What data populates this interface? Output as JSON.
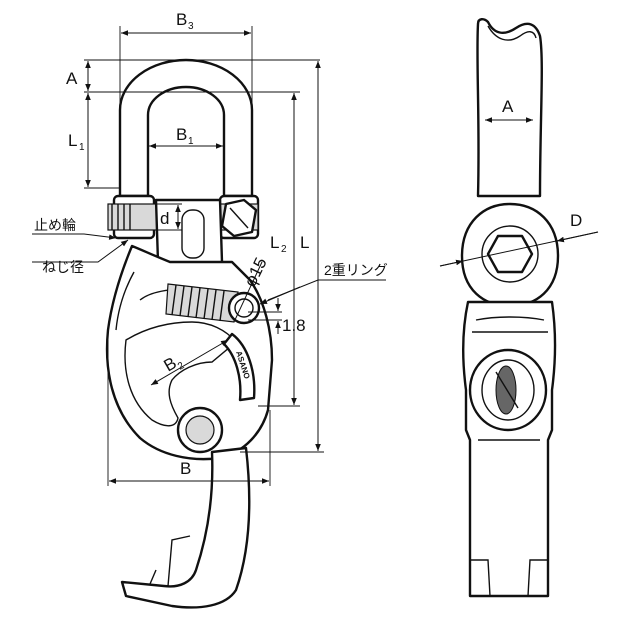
{
  "labels": {
    "B3": "B",
    "B3_sub": "3",
    "A_left": "A",
    "L1": "L",
    "L1_sub": "1",
    "B1": "B",
    "B1_sub": "1",
    "d": "d",
    "L2": "L",
    "L2_sub": "2",
    "L": "L",
    "phi15": "φ15",
    "stop_ring": "止め輪",
    "screw_dia": "ねじ径",
    "double_ring": "2重リング",
    "dim_18": "1.8",
    "B2": "B",
    "B2_sub": "2",
    "B": "B",
    "A_right": "A",
    "D": "D",
    "brand": "ASANO"
  }
}
